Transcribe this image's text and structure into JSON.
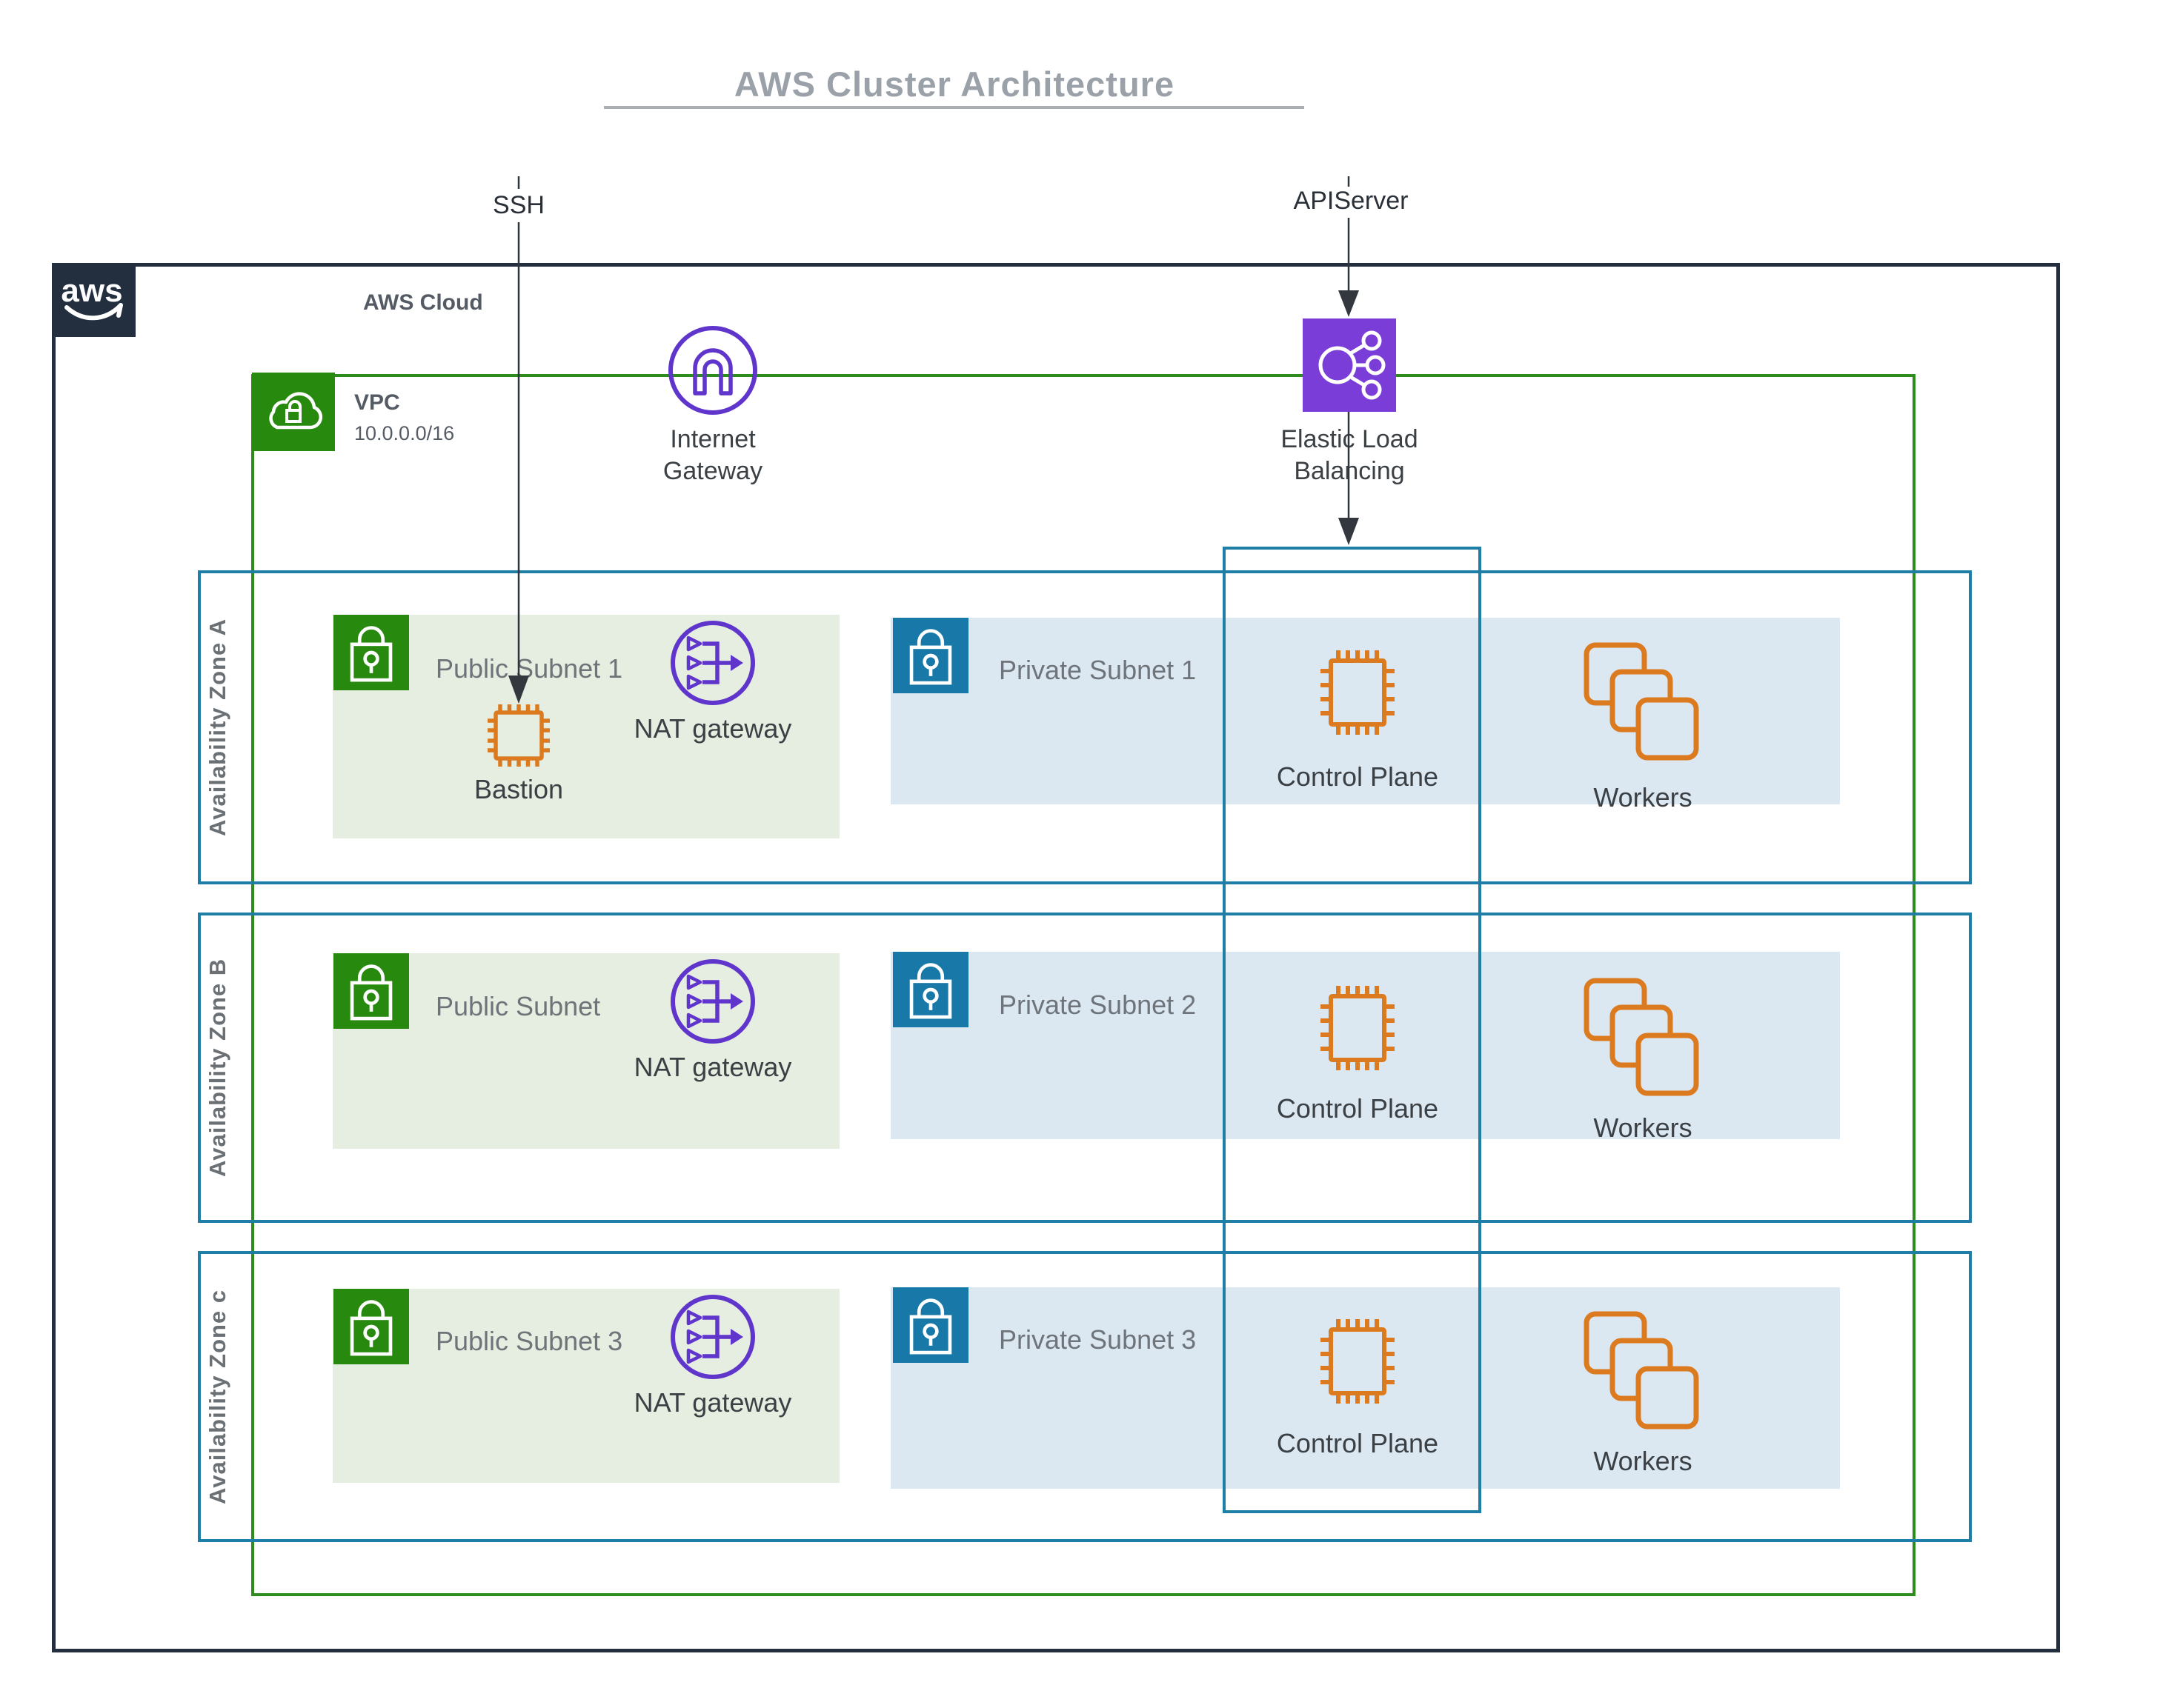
{
  "title": "AWS Cluster Architecture",
  "external": {
    "ssh": "SSH",
    "api_server": "APIServer"
  },
  "aws_cloud": {
    "label": "AWS Cloud",
    "logo_text": "aws"
  },
  "vpc": {
    "label": "VPC",
    "cidr": "10.0.0.0/16"
  },
  "internet_gateway": {
    "label": "Internet Gateway"
  },
  "elastic_load_balancing": {
    "label": "Elastic Load Balancing"
  },
  "zones": [
    {
      "label": "Availability Zone A",
      "public_subnet": "Public Subnet 1",
      "private_subnet": "Private Subnet 1",
      "nat_gateway": "NAT gateway",
      "bastion": "Bastion",
      "control_plane": "Control Plane",
      "workers": "Workers"
    },
    {
      "label": "Availability Zone B",
      "public_subnet": "Public Subnet",
      "private_subnet": "Private Subnet 2",
      "nat_gateway": "NAT gateway",
      "control_plane": "Control Plane",
      "workers": "Workers"
    },
    {
      "label": "Availability Zone c",
      "public_subnet": "Public Subnet 3",
      "private_subnet": "Private Subnet 3",
      "nat_gateway": "NAT gateway",
      "control_plane": "Control Plane",
      "workers": "Workers"
    }
  ],
  "colors": {
    "aws_navy": "#232F3E",
    "vpc_green_border": "#2E8B1E",
    "lock_green": "#278A0E",
    "lock_blue": "#1878A8",
    "az_teal_border": "#1E7EA5",
    "public_subnet_bg": "#E5EEE1",
    "private_subnet_bg": "#DBE8F2",
    "purple_stroke": "#5F35CC",
    "elb_purple": "#7B3DD8",
    "orange": "#DC7A1F",
    "title_gray": "#9BA1A8",
    "line_dark": "#2F353D"
  }
}
